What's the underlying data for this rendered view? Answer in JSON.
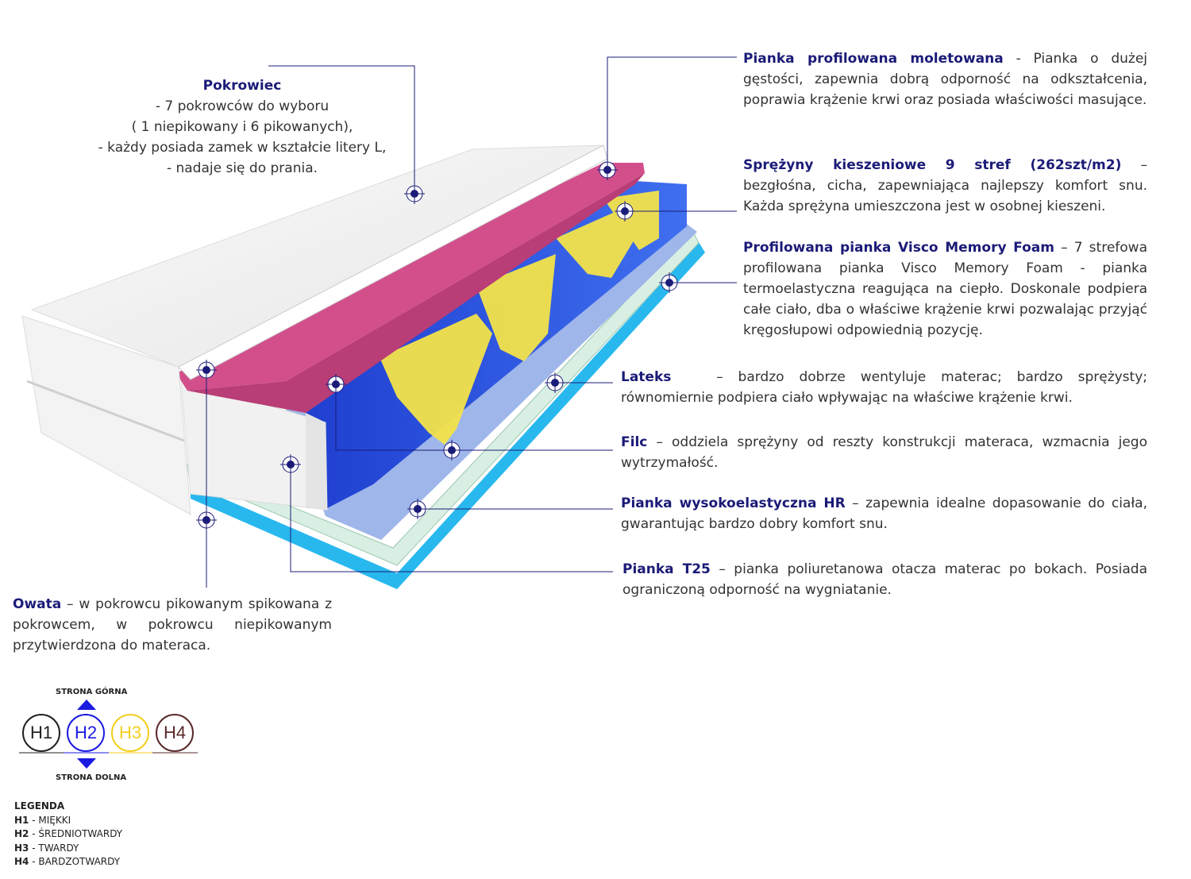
{
  "pokrowiec": {
    "title": "Pokrowiec",
    "lines": [
      "- 7 pokrowców do wyboru",
      "( 1 niepikowany i 6 pikowanych),",
      "-  każdy posiada zamek w kształcie litery L,",
      "- nadaje się do prania."
    ]
  },
  "layers": [
    {
      "title": "Pianka profilowana moletowana",
      "text": " - Pianka o dużej gęstości, zapewnia dobrą odporność na odkształcenia, poprawia krążenie krwi oraz posiada właściwości masujące."
    },
    {
      "title": "Sprężyny kieszeniowe 9 stref (262szt/m2)",
      "text": " – bezgłośna, cicha, zapewniająca najlepszy komfort snu. Każda sprężyna umieszczona jest w osobnej kieszeni."
    },
    {
      "title": "Profilowana pianka Visco Memory Foam",
      "text": " – 7 strefowa profilowana pianka Visco Memory Foam - pianka termoelastyczna reagująca na ciepło.  Doskonale podpiera całe ciało, dba o właściwe krążenie krwi pozwalając przyjąć kręgosłupowi odpowiednią pozycję."
    },
    {
      "title": "Lateks",
      "text": "   – bardzo dobrze wentyluje materac; bardzo sprężysty; równomiernie podpiera ciało wpływając na właściwe krążenie krwi."
    },
    {
      "title": "Filc",
      "text": " – oddziela sprężyny od reszty konstrukcji materaca, wzmacnia jego wytrzymałość."
    },
    {
      "title": "Pianka wysokoelastyczna HR",
      "text": " – zapewnia idealne dopasowanie do ciała, gwarantując bardzo dobry komfort snu."
    },
    {
      "title": "Pianka T25",
      "text": " – pianka poliuretanowa otacza materac po bokach. Posiada ograniczoną odporność na wygniatanie."
    },
    {
      "title": "Owata",
      "text": " – w pokrowcu pikowanym spikowana z pokrowcem, w pokrowcu niepikowanym przytwierdzona do materaca."
    }
  ],
  "hardness": {
    "top_label": "STRONA GÓRNA",
    "bottom_label": "STRONA DOLNA",
    "circles": [
      {
        "label": "H1",
        "color": "#222222"
      },
      {
        "label": "H2",
        "color": "#1a1ae0"
      },
      {
        "label": "H3",
        "color": "#f2cf1f"
      },
      {
        "label": "H4",
        "color": "#5a2a2a"
      }
    ],
    "selected": "H2"
  },
  "legend": {
    "title": "LEGENDA",
    "items": [
      {
        "code": "H1",
        "desc": " - MIĘKKI"
      },
      {
        "code": "H2",
        "desc": " - ŚREDNIOTWARDY"
      },
      {
        "code": "H3",
        "desc": " - TWARDY"
      },
      {
        "code": "H4",
        "desc": " - BARDZOTWARDY"
      }
    ]
  }
}
